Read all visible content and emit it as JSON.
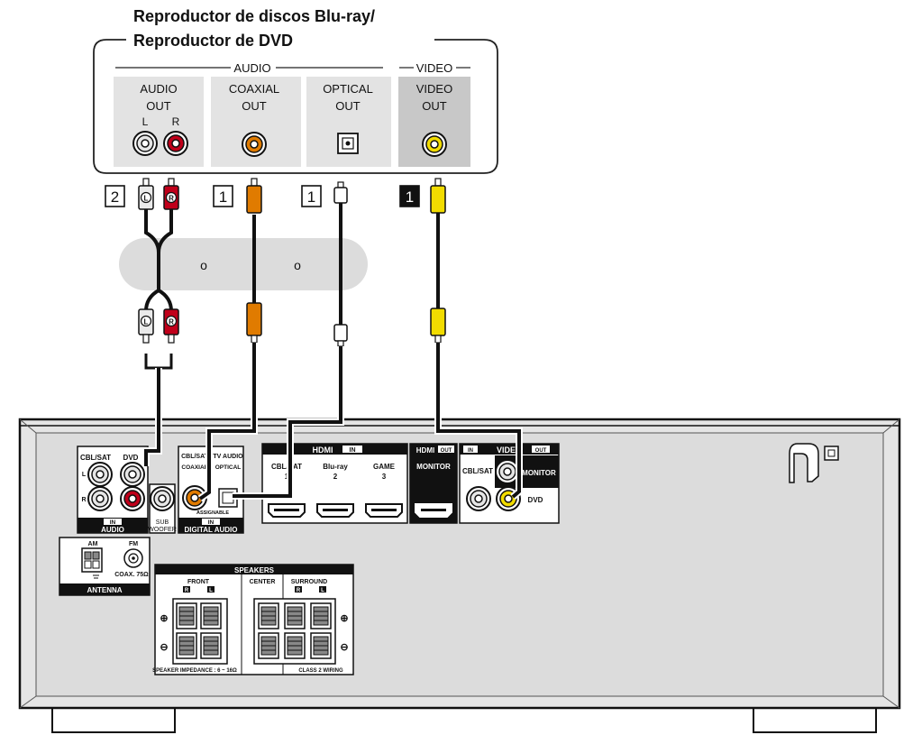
{
  "source": {
    "title_line1": "Reproductor de discos Blu-ray/",
    "title_line2": "Reproductor de DVD",
    "group_audio": "AUDIO",
    "group_video": "VIDEO",
    "audio_out": [
      "AUDIO",
      "OUT"
    ],
    "lr": [
      "L",
      "R"
    ],
    "coaxial_out": [
      "COAXIAL",
      "OUT"
    ],
    "optical_out": [
      "OPTICAL",
      "OUT"
    ],
    "video_out": [
      "VIDEO",
      "OUT"
    ]
  },
  "cables": {
    "num_audio": "2",
    "num_coaxial": "1",
    "num_optical": "1",
    "num_video": "1",
    "plug_l": "L",
    "plug_r": "R",
    "alt_a": "o",
    "alt_b": "o"
  },
  "receiver": {
    "audio_in": {
      "cbl_sat": "CBL/SAT",
      "dvd": "DVD",
      "in": "IN",
      "audio": "AUDIO",
      "l": "L",
      "r": "R"
    },
    "sub_woofer": [
      "SUB",
      "WOOFER"
    ],
    "digital_audio": {
      "cbl_sat": "CBL/SAT",
      "tv_audio": "TV AUDIO",
      "coaxial": "COAXIAL",
      "optical": "OPTICAL",
      "assignable": "ASSIGNABLE",
      "in": "IN",
      "label": "DIGITAL AUDIO"
    },
    "hdmi_in": {
      "title": "HDMI",
      "badge": "IN",
      "ports": [
        {
          "name": "CBL/SAT",
          "num": "1"
        },
        {
          "name": "Blu-ray",
          "num": "2"
        },
        {
          "name": "GAME",
          "num": "3"
        }
      ]
    },
    "hdmi_out": {
      "title": "HDMI",
      "badge": "OUT",
      "port": "MONITOR"
    },
    "video": {
      "in_badge": "IN",
      "title": "VIDEO",
      "out_badge": "OUT",
      "cbl_sat": "CBL/SAT",
      "dvd": "DVD",
      "monitor": "MONITOR"
    },
    "antenna": {
      "am": "AM",
      "fm": "FM",
      "coax": "COAX. 75Ω",
      "label": "ANTENNA"
    },
    "speakers": {
      "title": "SPEAKERS",
      "front": "FRONT",
      "center": "CENTER",
      "surround": "SURROUND",
      "r": "R",
      "l": "L",
      "impedance": "SPEAKER IMPEDANCE : 6 ~ 16Ω",
      "class2": "CLASS 2 WIRING"
    }
  },
  "colors": {
    "audio_left": "#e0e0e0",
    "audio_right": "#c0001a",
    "coaxial": "#e07b00",
    "video": "#f2dc00",
    "panel": "#dcdcdc",
    "black": "#111111"
  }
}
